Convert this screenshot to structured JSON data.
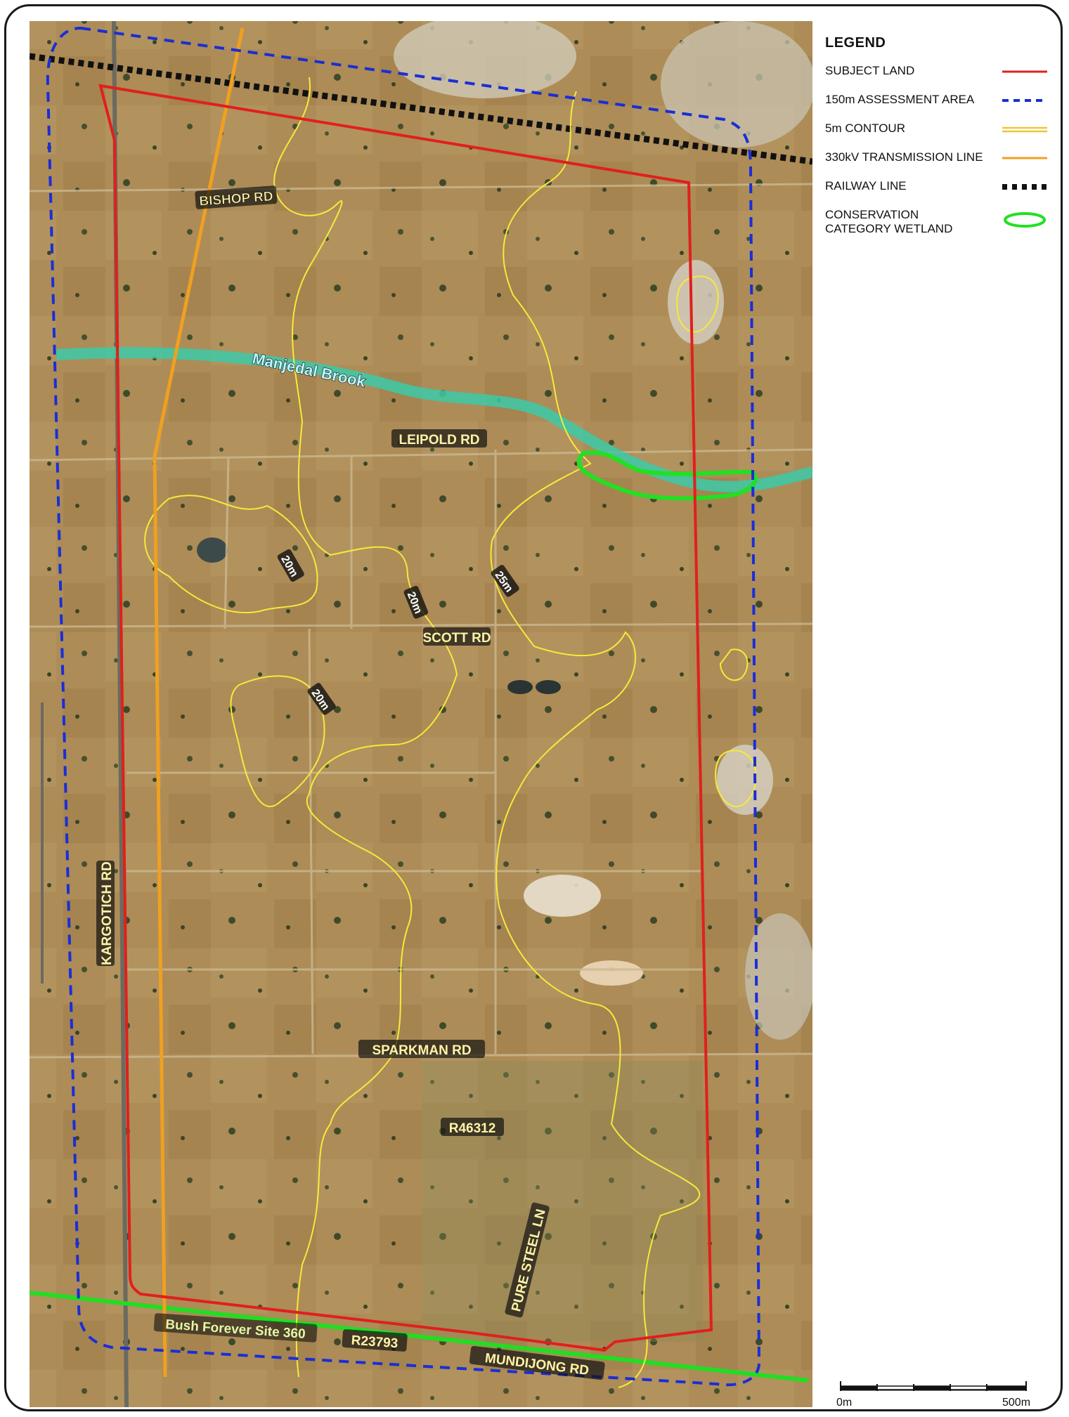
{
  "legend": {
    "title": "LEGEND",
    "items": [
      {
        "label": "SUBJECT LAND",
        "symbol": "solid-red-line",
        "color": "#e0201c"
      },
      {
        "label": "150m ASSESSMENT AREA",
        "symbol": "dashed-blue-line",
        "color": "#1a2ed6"
      },
      {
        "label": "5m CONTOUR",
        "symbol": "double-yellow-line",
        "color": "#e8c73a"
      },
      {
        "label": "330kV TRANSMISSION LINE",
        "symbol": "solid-orange-line",
        "color": "#f0a020"
      },
      {
        "label": "RAILWAY LINE",
        "symbol": "black-dots",
        "color": "#111111"
      },
      {
        "label": "CONSERVATION\nCATEGORY WETLAND",
        "symbol": "green-ellipse",
        "color": "#22e022"
      }
    ]
  },
  "map": {
    "roads": {
      "bishop": "BISHOP RD",
      "leipold": "LEIPOLD RD",
      "scott": "SCOTT RD",
      "sparkman": "SPARKMAN RD",
      "kargotich": "KARGOTICH RD",
      "pure_steel": "PURE STEEL LN",
      "mundijong": "MUNDIJONG RD"
    },
    "water": {
      "brook": "Manjedal Brook"
    },
    "contours": {
      "c20a": "20m",
      "c20b": "20m",
      "c20c": "20m",
      "c25": "25m"
    },
    "reserves": {
      "r46312": "R46312",
      "r23793": "R23793",
      "bush": "Bush Forever Site 360"
    }
  },
  "scale": {
    "start": "0m",
    "end": "500m"
  },
  "colors": {
    "subject_land": "#e0201c",
    "assessment": "#1a2ed6",
    "contour": "#f5ea3a",
    "transmission": "#f0a020",
    "wetland": "#22e022",
    "brook": "#3cc9a8",
    "bush_forever": "#22dd22"
  }
}
